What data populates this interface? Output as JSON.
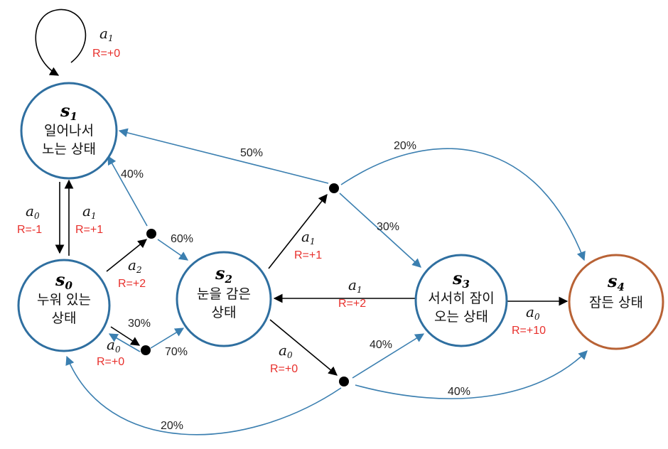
{
  "colors": {
    "state_border": "#2f6fa0",
    "terminal_border": "#b86235",
    "action_arrow": "#000000",
    "transition_arrow": "#3b7fb0",
    "reward_text": "#e8302c"
  },
  "states": {
    "s0": {
      "symbol": "s",
      "subscript": "0",
      "lines": [
        "누워 있는",
        "상태"
      ]
    },
    "s1": {
      "symbol": "s",
      "subscript": "1",
      "lines": [
        "일어나서",
        "노는 상태"
      ]
    },
    "s2": {
      "symbol": "s",
      "subscript": "2",
      "lines": [
        "눈을 감은",
        "상태"
      ]
    },
    "s3": {
      "symbol": "s",
      "subscript": "3",
      "lines": [
        "서서히 잠이",
        "오는 상태"
      ]
    },
    "s4": {
      "symbol": "s",
      "subscript": "4",
      "lines": [
        "잠든 상태"
      ]
    }
  },
  "actions": {
    "s1_self": {
      "action": "a",
      "sub": "1",
      "reward": "R=+0"
    },
    "s1_s0": {
      "action": "a",
      "sub": "0",
      "reward": "R=-1"
    },
    "s0_s1": {
      "action": "a",
      "sub": "1",
      "reward": "R=+1"
    },
    "s0_a2": {
      "action": "a",
      "sub": "2",
      "reward": "R=+2"
    },
    "s0_a0": {
      "action": "a",
      "sub": "0",
      "reward": "R=+0"
    },
    "s2_a1": {
      "action": "a",
      "sub": "1",
      "reward": "R=+1"
    },
    "s3_s2": {
      "action": "a",
      "sub": "1",
      "reward": "R=+2"
    },
    "s2_a0": {
      "action": "a",
      "sub": "0",
      "reward": "R=+0"
    },
    "s3_s4": {
      "action": "a",
      "sub": "0",
      "reward": "R=+10"
    }
  },
  "probabilities": {
    "a2_to_s1": "40%",
    "a2_to_s2": "60%",
    "a0_to_s0": "30%",
    "a0_to_s2": "70%",
    "top_to_s1": "50%",
    "top_to_s4": "20%",
    "top_to_s3": "30%",
    "bottom_to_s3": "40%",
    "bottom_to_s4": "40%",
    "bottom_to_s0": "20%"
  }
}
